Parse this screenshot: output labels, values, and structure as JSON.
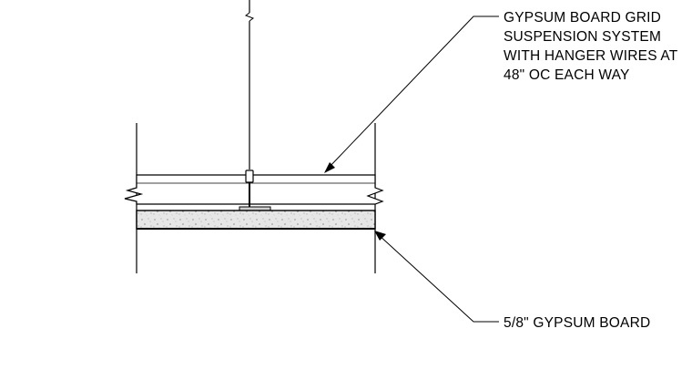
{
  "notes": {
    "suspension_system": [
      "GYPSUM BOARD GRID",
      "SUSPENSION SYSTEM",
      "WITH HANGER WIRES AT",
      "48\" OC EACH WAY"
    ],
    "gypsum_board": "5/8\" GYPSUM BOARD"
  }
}
